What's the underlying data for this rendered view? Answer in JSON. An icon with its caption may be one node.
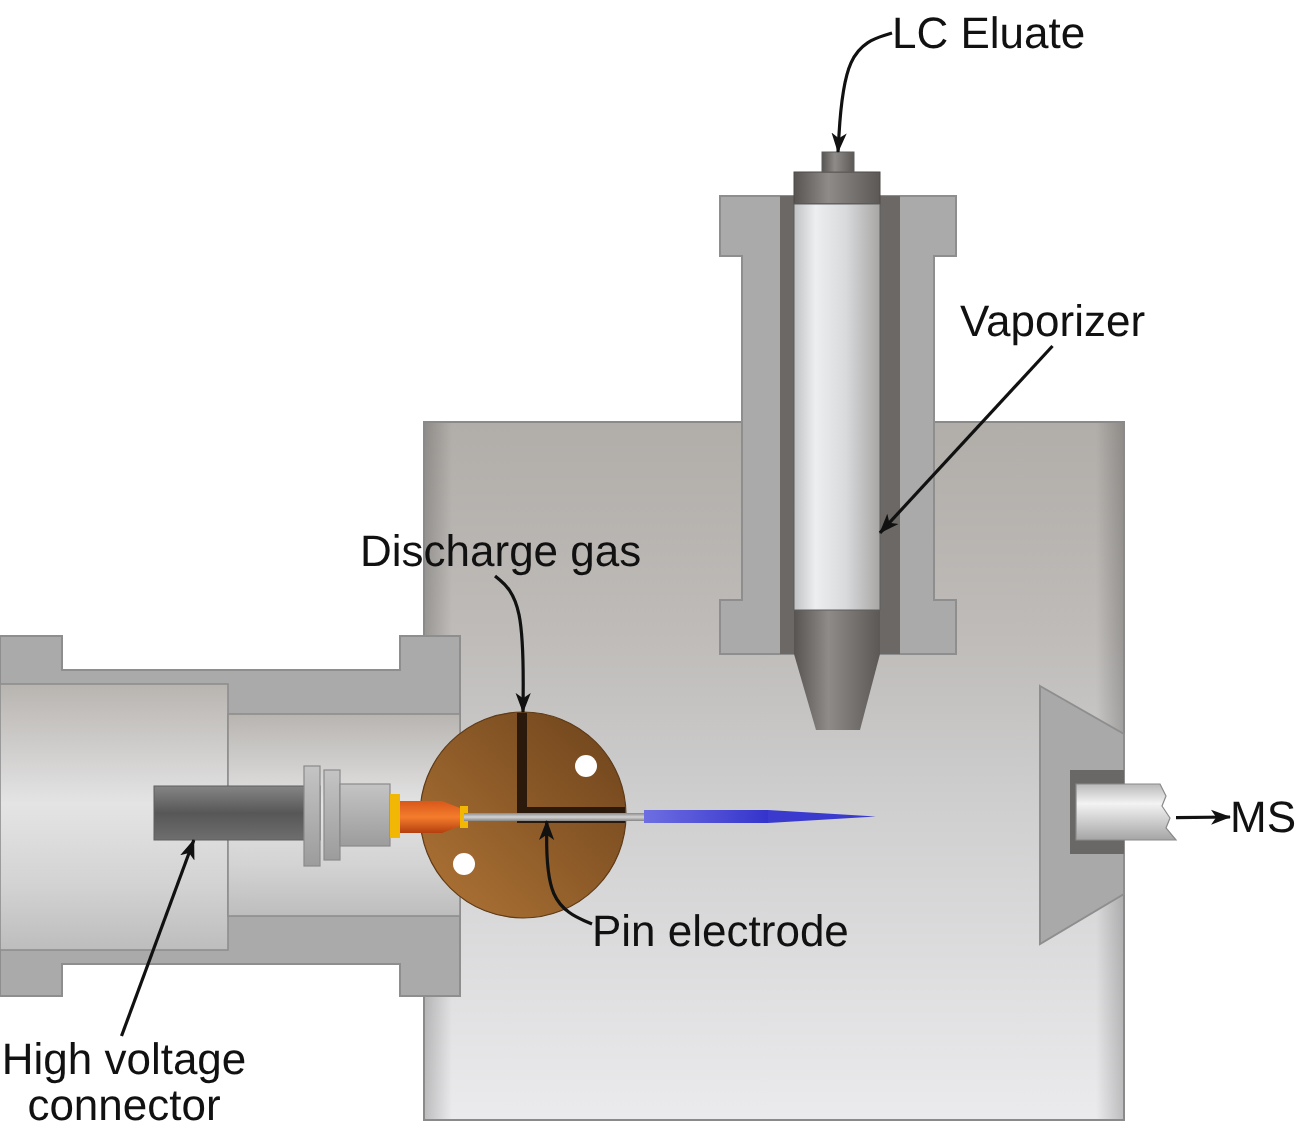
{
  "diagram": {
    "nodes": [
      {
        "text": [
          "LC Eluate"
        ]
      },
      {
        "text": [
          "Vaporizer"
        ]
      },
      {
        "text": [
          "Discharge gas"
        ]
      },
      {
        "text": [
          "High voltage connector"
        ]
      },
      {
        "text": [
          "Pin electrode"
        ]
      },
      {
        "text": [
          "MS"
        ]
      },
      {
        "text": [],
        "shape": "cylinder"
      },
      {
        "text": [],
        "shape": "cylinder"
      },
      {
        "text": [],
        "shape": "circle"
      },
      {
        "text": [],
        "shape": "cylinder"
      },
      {
        "text": [],
        "shape": "bar"
      },
      {
        "text": [],
        "shape": "cylinder"
      }
    ],
    "edges": [
      {
        "from": 0,
        "to": 6,
        "arrow": "to"
      },
      {
        "from": 1,
        "to": 7,
        "arrow": "to"
      },
      {
        "from": 2,
        "to": 8,
        "arrow": "to"
      },
      {
        "from": 3,
        "to": 9,
        "arrow": "to"
      },
      {
        "from": 4,
        "to": 10,
        "arrow": "to"
      },
      {
        "from": 11,
        "to": 5,
        "arrow": "to"
      }
    ]
  }
}
